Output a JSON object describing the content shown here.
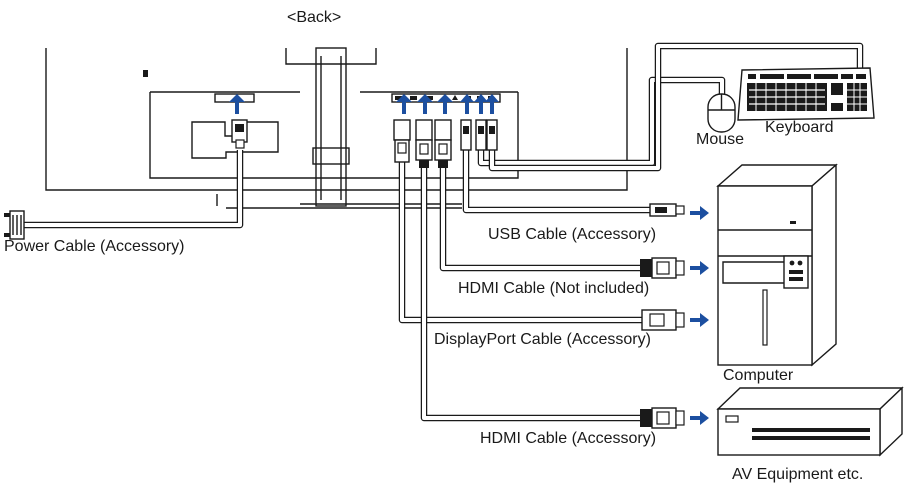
{
  "title": "<Back>",
  "labels": {
    "mouse": "Mouse",
    "keyboard": "Keyboard",
    "power_cable": "Power Cable (Accessory)",
    "usb_cable": "USB Cable (Accessory)",
    "hdmi_not_included": "HDMI Cable (Not included)",
    "displayport_cable": "DisplayPort Cable (Accessory)",
    "hdmi_accessory": "HDMI Cable (Accessory)",
    "computer": "Computer",
    "av_equipment": "AV Equipment etc."
  },
  "colors": {
    "arrow": "#1c4fa0",
    "line": "#1a1a1a",
    "background": "#ffffff"
  },
  "icons": [
    "monitor-back",
    "power-plug",
    "mouse",
    "keyboard",
    "computer-tower",
    "av-equipment",
    "connection-arrow"
  ]
}
